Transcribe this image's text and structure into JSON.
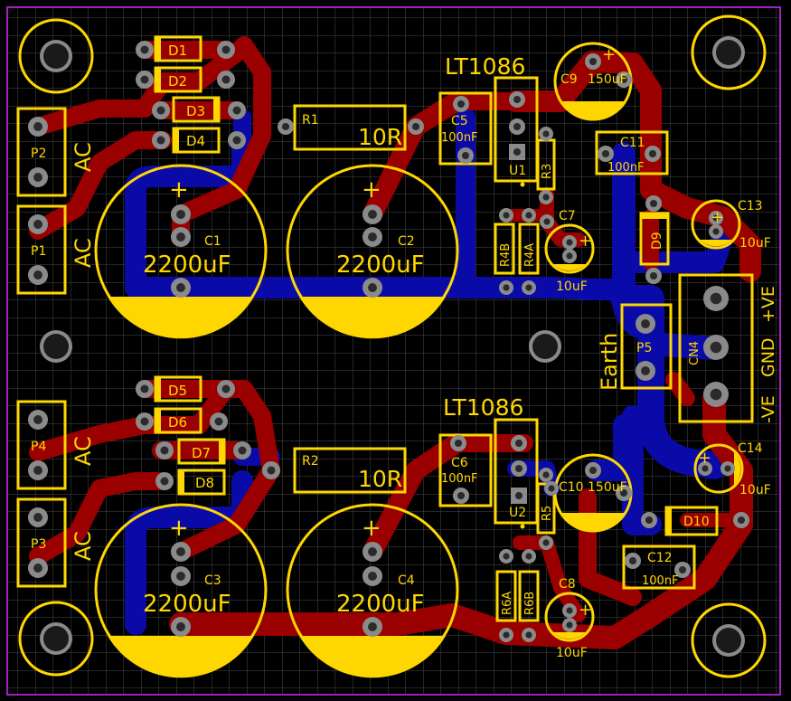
{
  "colors": {
    "background": "#000000",
    "grid": "#4a4a4a",
    "board_outline": "#a020c0",
    "top_copper": "#9a0000",
    "bottom_copper": "#0a0aa8",
    "silkscreen": "#FFD700",
    "pad": "#8a8a8a",
    "pad_hole": "#2a2a2a"
  },
  "regulators": {
    "top_name": "LT1086",
    "bottom_name": "LT1086"
  },
  "components": {
    "D1": "D1",
    "D2": "D2",
    "D3": "D3",
    "D4": "D4",
    "D5": "D5",
    "D6": "D6",
    "D7": "D7",
    "D8": "D8",
    "D9": "D9",
    "D10": "D10",
    "P1": "P1",
    "P2": "P2",
    "P3": "P3",
    "P4": "P4",
    "P5": "P5",
    "AC": "AC",
    "R1": "R1",
    "R1_value": "10R",
    "R2": "R2",
    "R2_value": "10R",
    "R3": "R3",
    "R4A": "R4A",
    "R4B": "R4B",
    "R5": "R5",
    "R6A": "R6A",
    "R6B": "R6B",
    "C1": "C1",
    "C2": "C2",
    "C3": "C3",
    "C4": "C4",
    "big_cap_value": "2200uF",
    "C5": "C5",
    "C6": "C6",
    "C11": "C11",
    "C12": "C12",
    "small_cap_value": "100nF",
    "C7": "C7",
    "C8": "C8",
    "C13": "C13",
    "C14": "C14",
    "elec_value": "10uF",
    "C9": "C9",
    "C10": "C10",
    "mid_cap_value": "150uF",
    "U1": "U1",
    "U2": "U2",
    "CN4": "CN4",
    "earth": "Earth",
    "plus_ve": "+VE",
    "gnd": "GND",
    "minus_ve": "-VE",
    "plus": "+"
  }
}
